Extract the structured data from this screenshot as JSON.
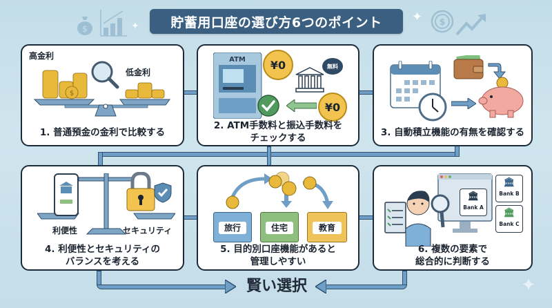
{
  "title": "貯蓄用口座の選び方6つのポイント",
  "cards": [
    {
      "id": 1,
      "label": "1. 普通預金の金利で比較する",
      "illustration": "balance-scale-coins-magnifier",
      "tags": {
        "left": "高金利",
        "right": "低金利"
      }
    },
    {
      "id": 2,
      "label_line1": "2. ATM手数料と振込手数料を",
      "label_line2": "チェックする",
      "illustration": "atm-bank-transfer",
      "atm_label": "ATM",
      "fee_badge_1": "¥0",
      "fee_badge_2": "¥0",
      "speech_bubble": "無料"
    },
    {
      "id": 3,
      "label": "3. 自動積立機能の有無を確認する",
      "illustration": "calendar-clock-wallet-piggybank"
    },
    {
      "id": 4,
      "label_line1": "4. 利便性とセキュリティの",
      "label_line2": "バランスを考える",
      "illustration": "balance-phone-padlock",
      "tags": {
        "left": "利便性",
        "right": "セキュリティ"
      }
    },
    {
      "id": 5,
      "label_line1": "5. 目的別口座機能があると",
      "label_line2": "管理しやすい",
      "illustration": "coins-to-folders",
      "folders": [
        "旅行",
        "住宅",
        "教育"
      ],
      "folder_colors": [
        "#7fb0d8",
        "#8fbf7f",
        "#f0c35a"
      ]
    },
    {
      "id": 6,
      "label_line1": "6. 複数の要素で",
      "label_line2": "総合的に判断する",
      "illustration": "person-compare-banks",
      "banks": [
        "Bank A",
        "Bank B",
        "Bank C"
      ]
    }
  ],
  "result": "賢い選択",
  "colors": {
    "background": "#c8e0ea",
    "title_banner": "#3a5f80",
    "pipe": "#6f9ec6",
    "card_border": "#1c2b3a",
    "coin": "#e8b93a",
    "check_green": "#4f9a5c"
  },
  "decorations": [
    "money-bag-icon",
    "bar-chart-icon",
    "dollar-coin-icon",
    "trend-arrow-icon",
    "sparkle-icon"
  ]
}
